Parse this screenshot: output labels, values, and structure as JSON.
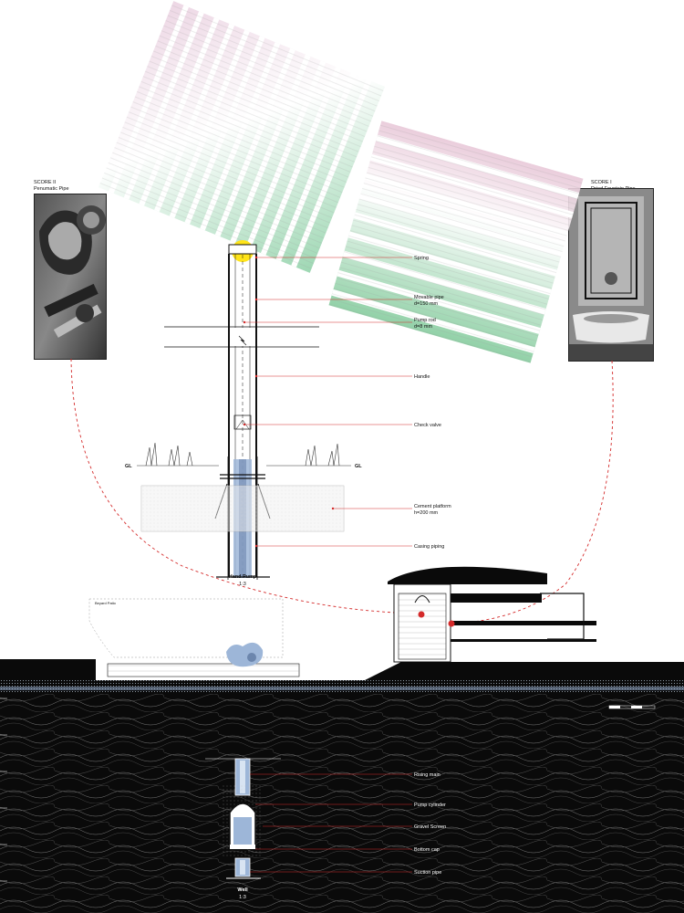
{
  "score_left": {
    "title": "SCORE II",
    "subtitle": "Penumatic Pipe"
  },
  "score_right": {
    "title": "SCORE I",
    "subtitle": "Dried Fountain Pipe"
  },
  "pump_labels": {
    "spring": "Spring",
    "movable_pipe_1": "Movable pipe",
    "movable_pipe_2": "d=150 mm",
    "pump_rod_1": "Pump rod",
    "pump_rod_2": "d=8 mm",
    "handle": "Handle",
    "check_valve": "Check valve",
    "cement_1": "Cement platform",
    "cement_2": "h=200 mm",
    "casing": "Casing piping"
  },
  "ground": {
    "left": "GL",
    "right": "GL"
  },
  "hand_pump": {
    "title": "Hand Pump",
    "scale": "1:3"
  },
  "well_labels": {
    "rising_main": "Rising main",
    "pump_cylinder": "Pump cylinder",
    "gravel_screen": "Gravel Screen",
    "bottom_cap": "Bottom cap",
    "suction_pipe": "Suction pipe"
  },
  "well": {
    "title": "Well",
    "scale": "1:3"
  },
  "site": {
    "label": "Beyard Patio"
  },
  "colors": {
    "accent_red": "#d42a2a",
    "highlight_yellow": "#ffe419",
    "score_green": "#7cc89a",
    "score_pink": "#e7c6d8",
    "water_blue": "#9db6d8",
    "ground_black": "#0a0a0a"
  }
}
